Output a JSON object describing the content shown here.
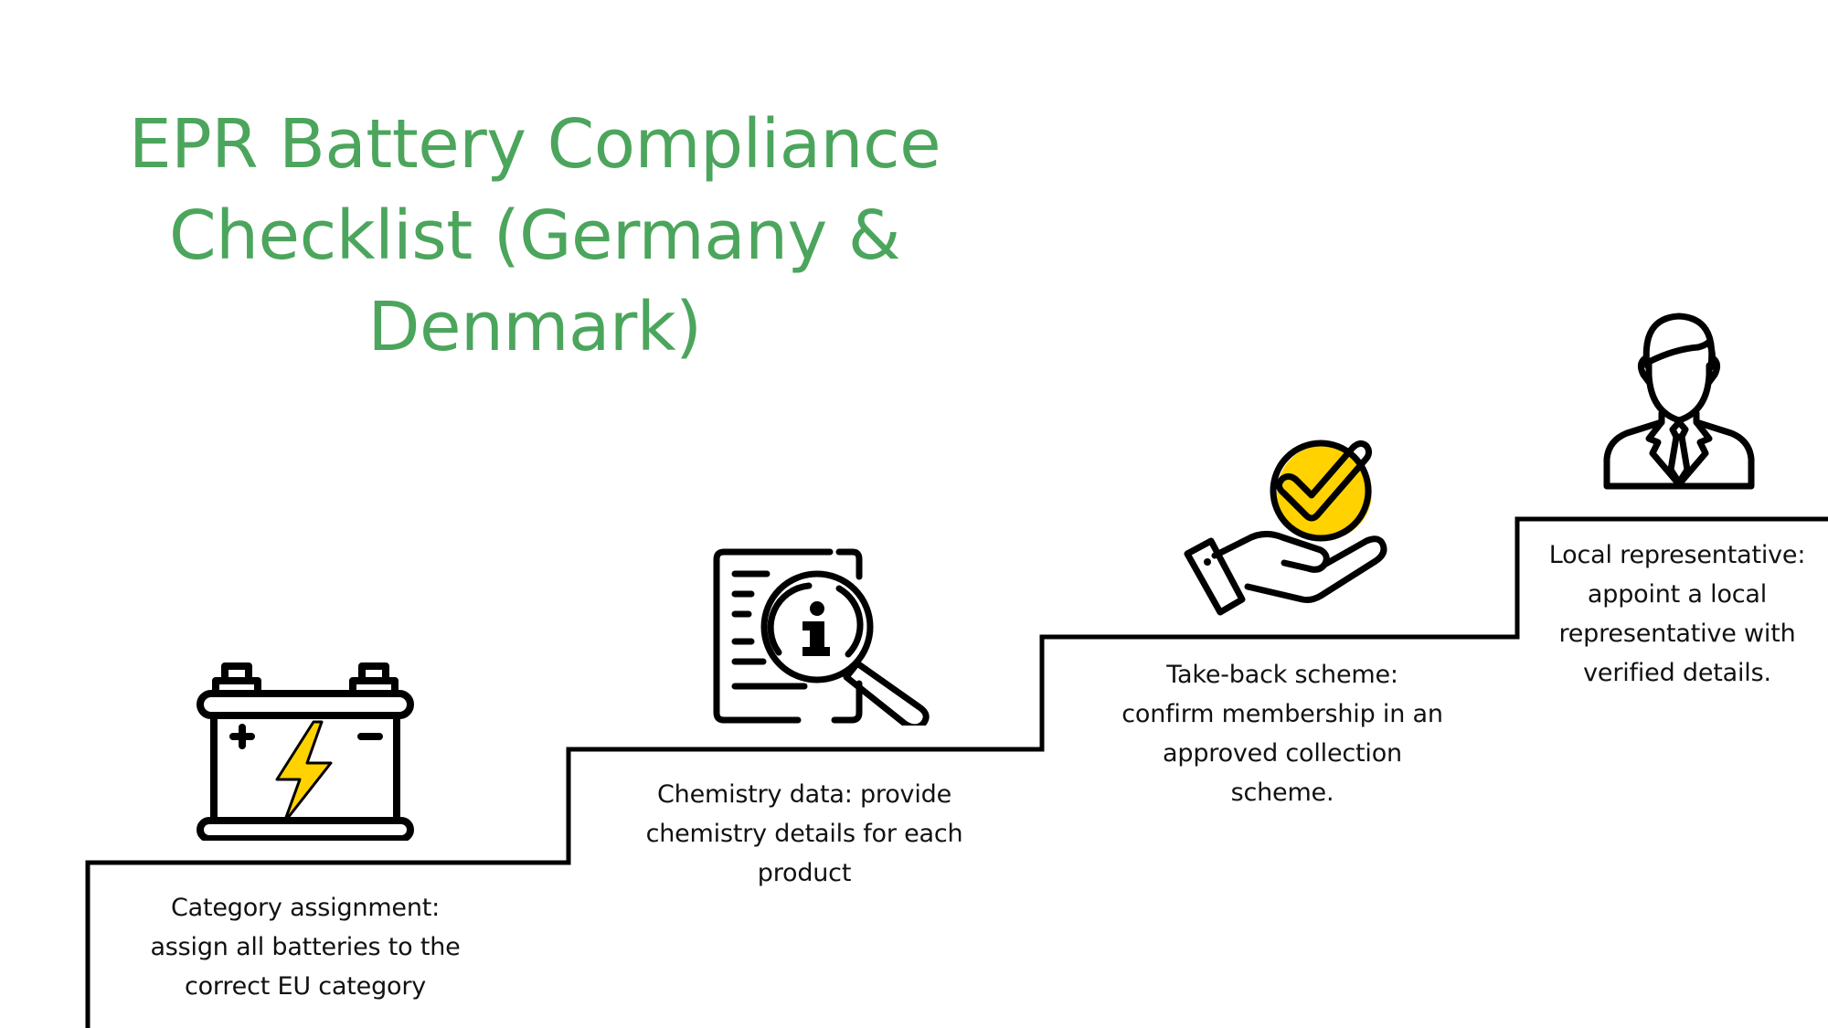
{
  "title": {
    "lines": [
      "EPR Battery Compliance",
      "Checklist (Germany &",
      "Denmark)"
    ],
    "color": "#4ca55c"
  },
  "colors": {
    "accent_yellow": "#ffd200",
    "line": "#000000",
    "text": "#111111"
  },
  "steps": [
    {
      "icon": "battery-icon",
      "lines": [
        "Category assignment:",
        "assign all batteries to the",
        "correct EU category"
      ]
    },
    {
      "icon": "document-search-info-icon",
      "lines": [
        "Chemistry data: provide",
        "chemistry details for each",
        "product"
      ]
    },
    {
      "icon": "hand-checkmark-icon",
      "lines": [
        "Take-back scheme:",
        "confirm membership in an",
        "approved collection",
        "scheme."
      ]
    },
    {
      "icon": "businessman-icon",
      "lines": [
        "Local representative:",
        "appoint a local",
        "representative with",
        "verified details."
      ]
    }
  ]
}
